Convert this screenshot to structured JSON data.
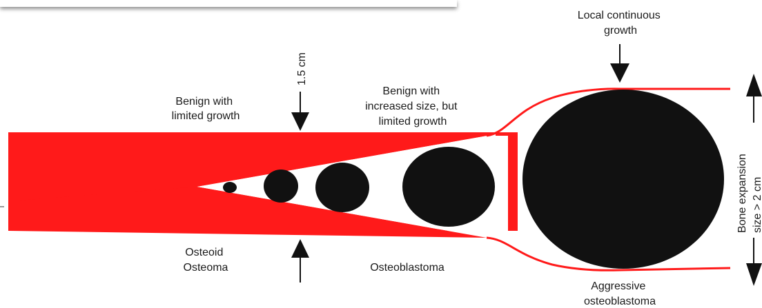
{
  "colors": {
    "bone_red": "#ff1a1a",
    "lesion_black": "#111111",
    "text": "#1a1a1a",
    "arrow": "#111111"
  },
  "labels": {
    "benign_limited": [
      "Benign with",
      "limited growth"
    ],
    "benign_increased": [
      "Benign with",
      "increased size, but",
      "limited growth"
    ],
    "local_growth": [
      "Local continuous",
      "growth"
    ],
    "size_marker": "1.5 cm",
    "osteoid_osteoma": [
      "Osteoid",
      "Osteoma"
    ],
    "osteoblastoma": "Osteoblastoma",
    "aggressive": [
      "Aggressive",
      "osteoblastoma"
    ],
    "bone_expansion": "Bone expansion",
    "bone_expansion_size": "size > 2 cm"
  }
}
